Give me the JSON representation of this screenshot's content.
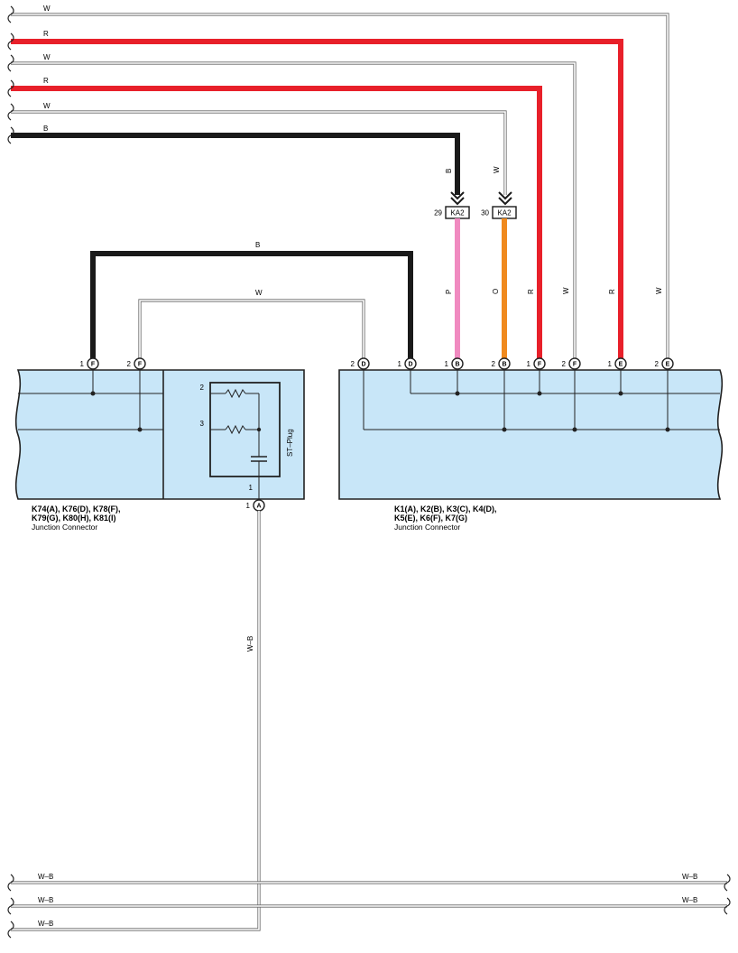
{
  "wire_labels": {
    "top_w1": "W",
    "top_r1": "R",
    "top_w2": "W",
    "top_r2": "R",
    "top_w3": "W",
    "top_b": "B",
    "b_down": "B",
    "w_down": "W",
    "p_vert": "P",
    "o_vert": "O",
    "r_vert1": "R",
    "w_vert1": "W",
    "r_vert2": "R",
    "w_vert2": "W",
    "b_bridge": "B",
    "w_bridge": "W",
    "wb_vert": "W–B",
    "bottom_left": [
      "W–B",
      "W–B",
      "W–B"
    ],
    "bottom_right": [
      "W–B",
      "W–B"
    ]
  },
  "ka2": {
    "left": {
      "pin": "29",
      "label": "KA2"
    },
    "right": {
      "pin": "30",
      "label": "KA2"
    }
  },
  "left_connector": {
    "pins": [
      {
        "num": "1",
        "letter": "F"
      },
      {
        "num": "2",
        "letter": "F"
      }
    ],
    "internal_pins": [
      "2",
      "3",
      "1"
    ],
    "st_plug": "ST–Plug",
    "bottom_pin": {
      "num": "1",
      "letter": "A"
    },
    "name_line1": "K74(A), K76(D), K78(F),",
    "name_line2": "K79(G), K80(H), K81(I)",
    "type": "Junction Connector"
  },
  "right_connector": {
    "pins": [
      {
        "num": "2",
        "letter": "D"
      },
      {
        "num": "1",
        "letter": "D"
      },
      {
        "num": "1",
        "letter": "B"
      },
      {
        "num": "2",
        "letter": "B"
      },
      {
        "num": "1",
        "letter": "F"
      },
      {
        "num": "2",
        "letter": "F"
      },
      {
        "num": "1",
        "letter": "E"
      },
      {
        "num": "2",
        "letter": "E"
      }
    ],
    "name_line1": "K1(A), K2(B), K3(C), K4(D),",
    "name_line2": "K5(E), K6(F), K7(G)",
    "type": "Junction Connector"
  },
  "colors": {
    "red": "#e8202a",
    "black": "#1a1a1a",
    "pink": "#f08ac0",
    "orange": "#f08a1e",
    "box_fill": "#c8e6f8",
    "line": "#222222"
  }
}
